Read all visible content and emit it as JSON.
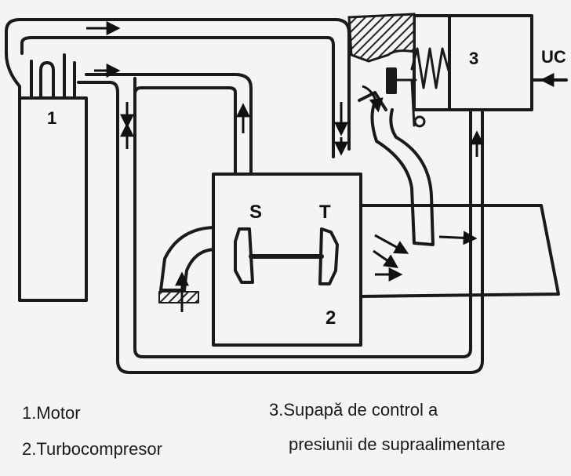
{
  "diagram": {
    "labels": {
      "motor_number": "1",
      "turbo_number": "2",
      "valve_number": "3",
      "compressor_side": "S",
      "turbine_side": "T",
      "control_input": "UC"
    }
  },
  "legend": {
    "item1": "1.Motor",
    "item2": "2.Turbocompresor",
    "item3_line1": "3.Supapă de control a",
    "item3_line2": "presiunii de supraalimentare"
  },
  "colors": {
    "ink": "#1a1a1a",
    "paper": "#f4f4f2",
    "hatch": "#2a2a2a"
  }
}
